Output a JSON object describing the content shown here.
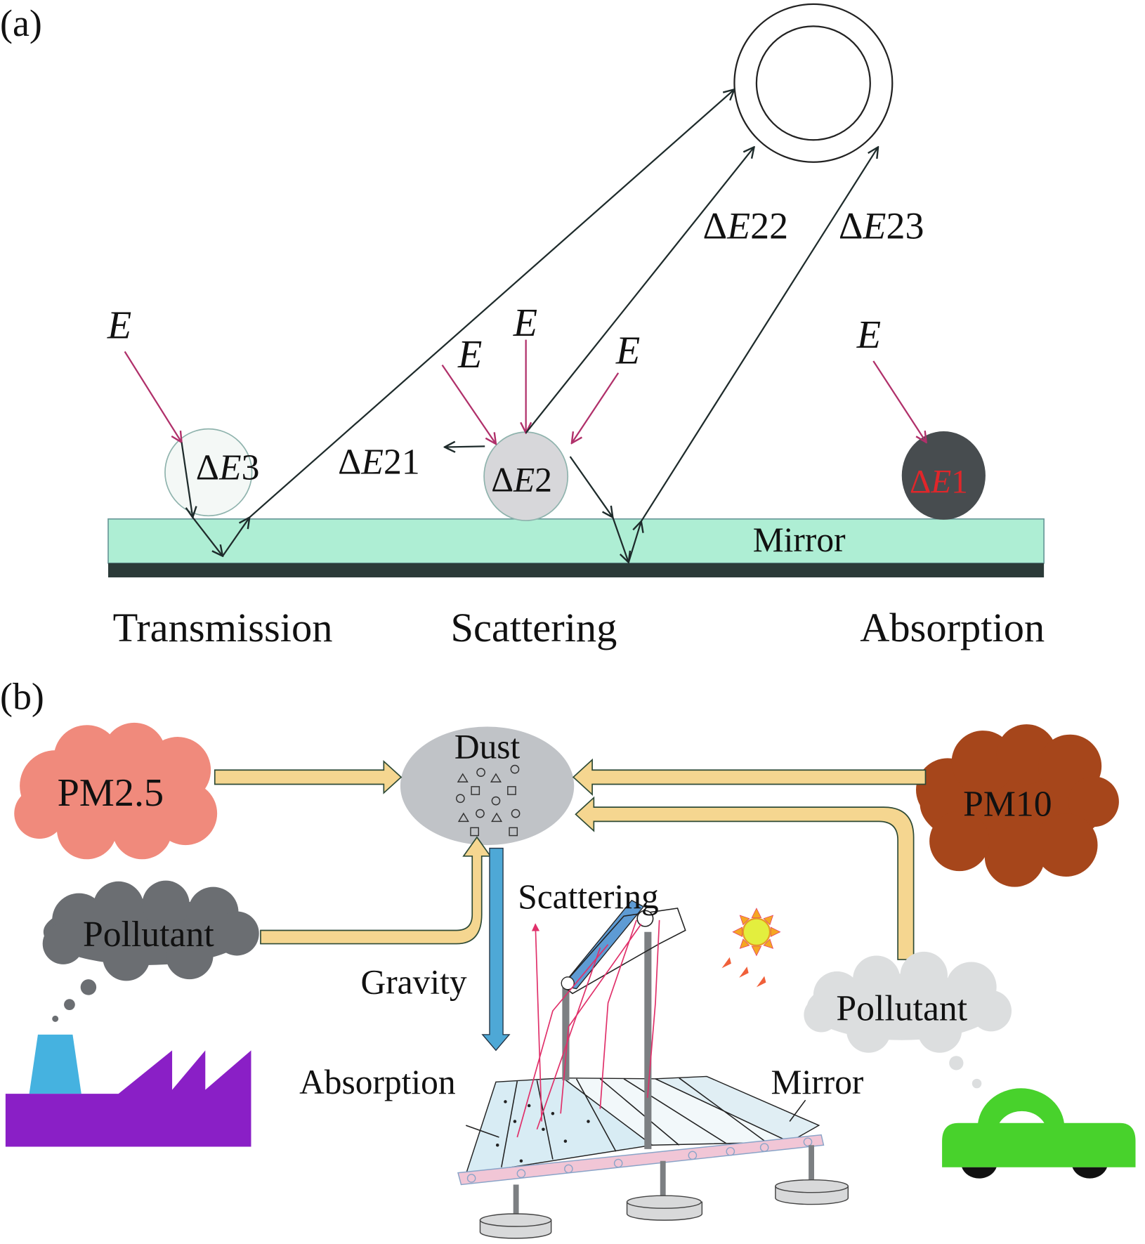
{
  "panel_a": {
    "label": "(a)",
    "incident": [
      "E",
      "E",
      "E",
      "E",
      "E"
    ],
    "delta_e3": "ΔE3",
    "delta_e21": "ΔE21",
    "delta_e2": "ΔE2",
    "delta_e22": "ΔE22",
    "delta_e23": "ΔE23",
    "delta_e1": "ΔE1",
    "mirror": "Mirror",
    "captions": [
      "Transmission",
      "Scattering",
      "Absorption"
    ],
    "colors": {
      "mirror_fill": "#aeeed4",
      "mirror_back": "#2b3a38",
      "absorb_particle": "#474c4f",
      "scatter_particle": "#d7d7da",
      "delta_e1_text": "#e0262a",
      "incident_ray": "#b0306a"
    }
  },
  "panel_b": {
    "label": "(b)",
    "dust": "Dust",
    "pm25": "PM2.5",
    "pm10": "PM10",
    "pollutant_left": "Pollutant",
    "pollutant_right": "Pollutant",
    "gravity": "Gravity",
    "scattering": "Scattering",
    "absorption": "Absorption",
    "mirror": "Mirror",
    "colors": {
      "pm25": "#f08a7c",
      "pm10": "#a6461b",
      "dust": "#c0c3c7",
      "pollutant_dark": "#6b6e72",
      "pollutant_light": "#dcdedf",
      "arrow": "#f5d690",
      "gravity_arrow": "#4ea8d6",
      "factory": "#8a1fc6",
      "chimney": "#45b2e0",
      "car": "#48d22c"
    }
  }
}
